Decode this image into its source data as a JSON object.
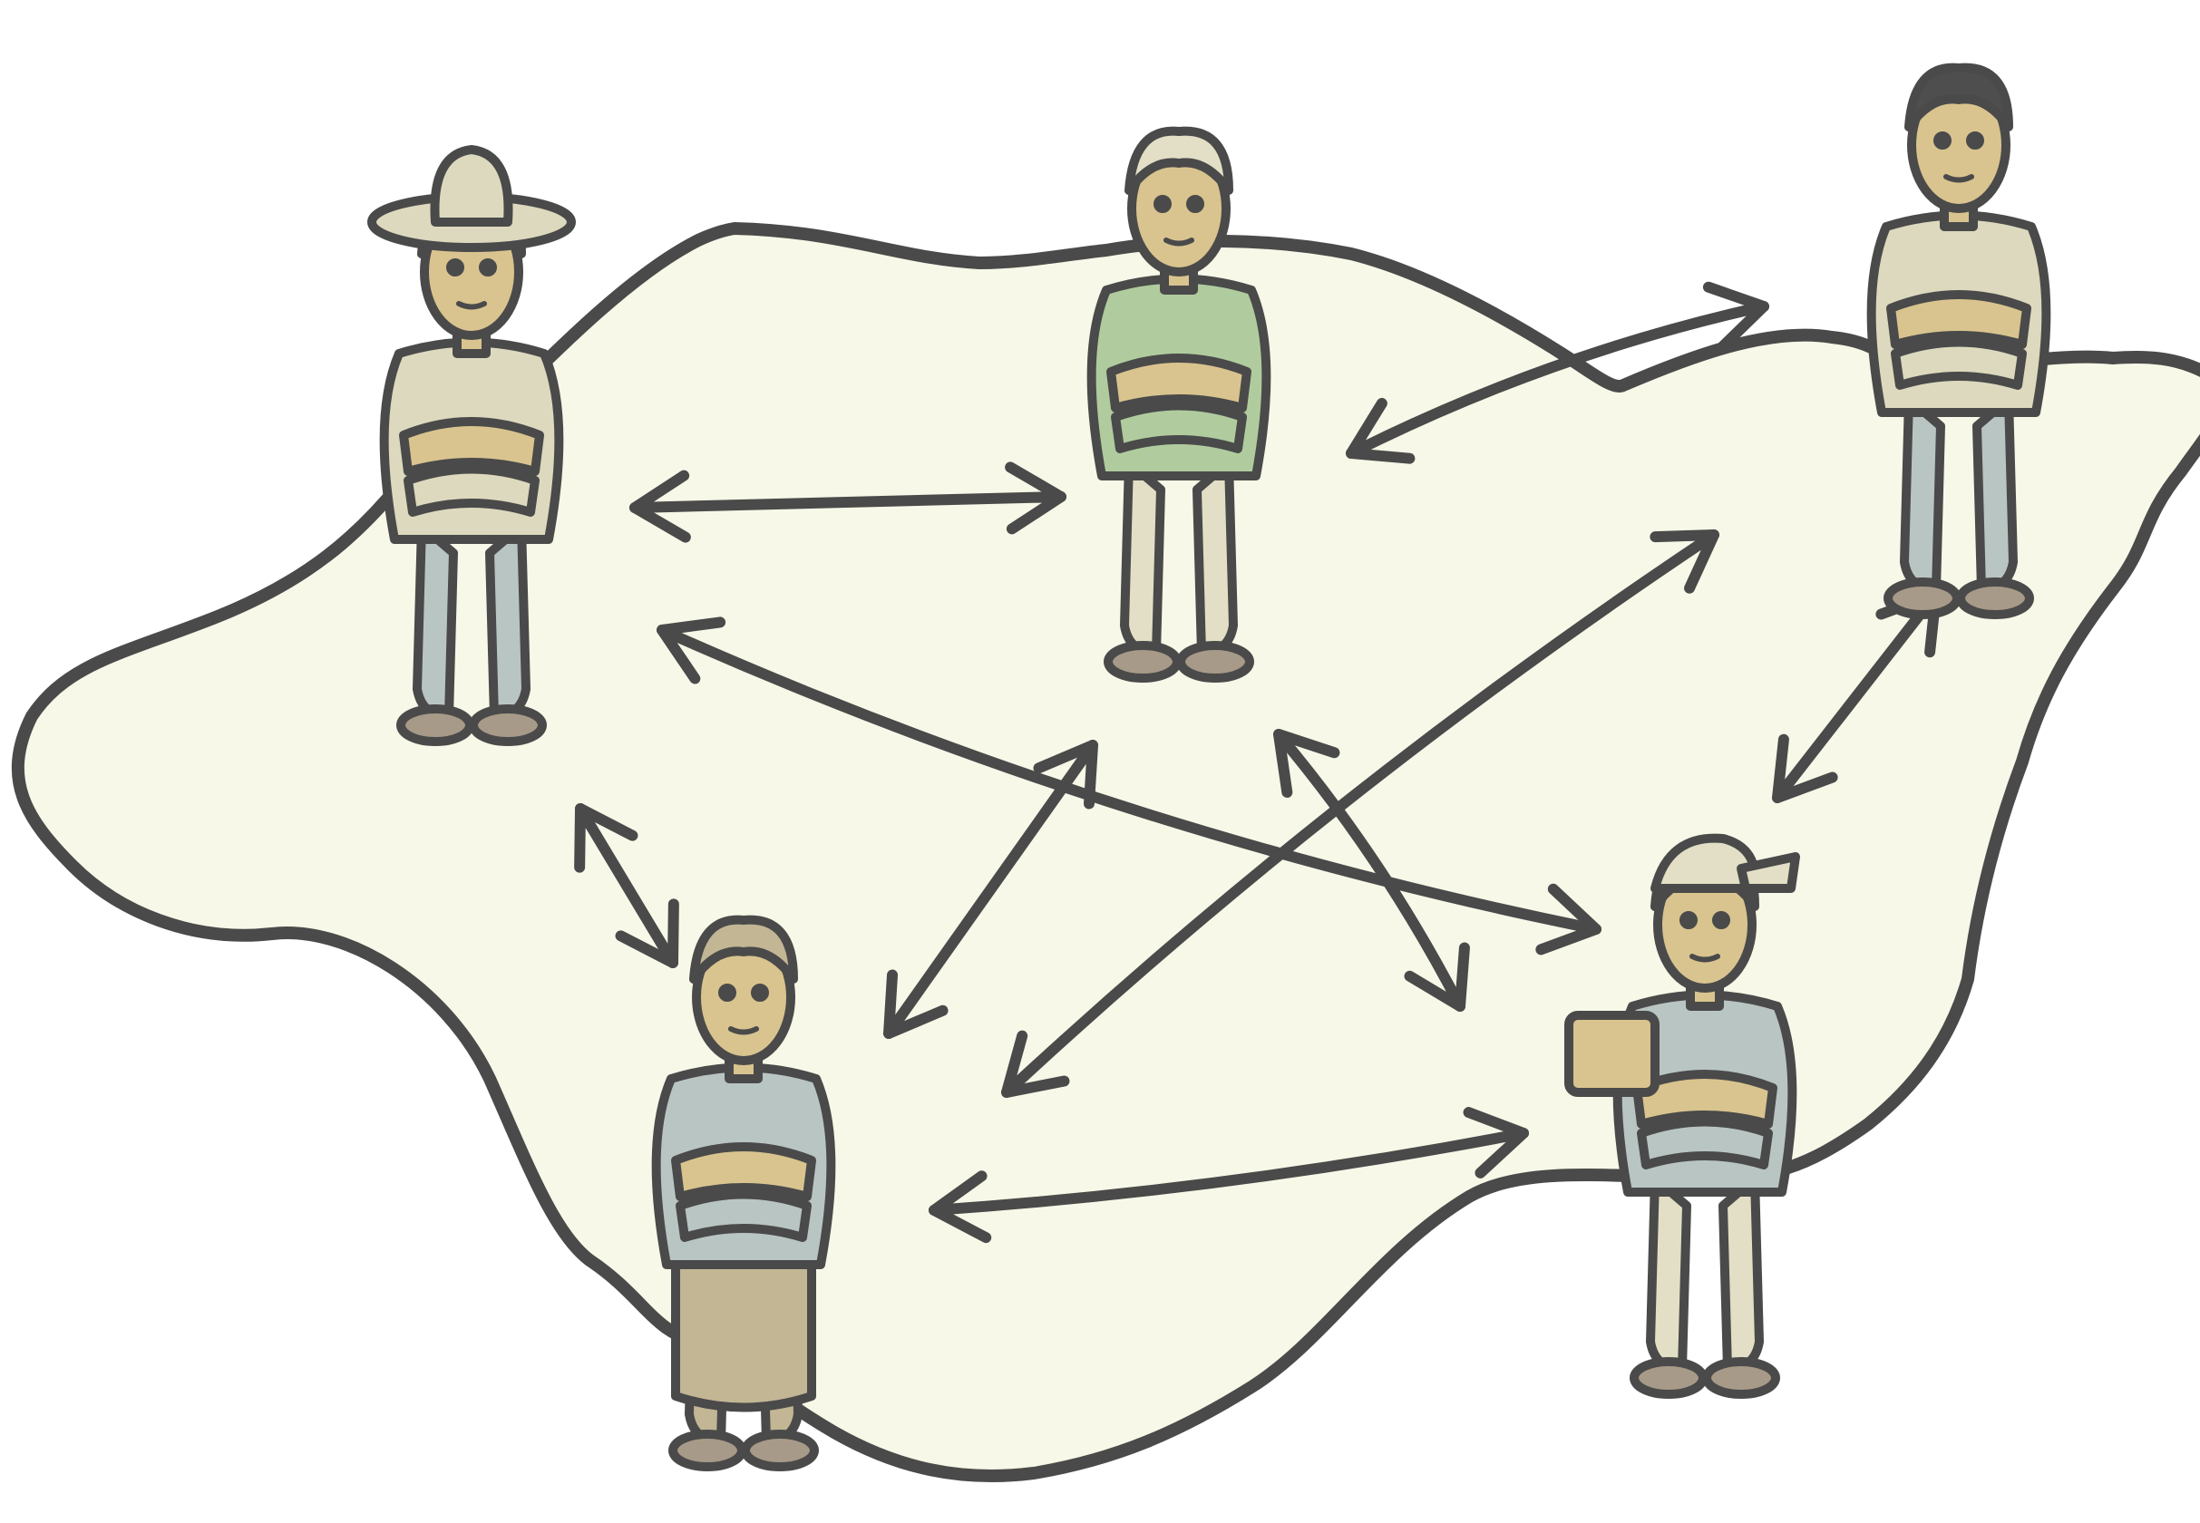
{
  "illustration": {
    "kind": "group-communication-network",
    "people_count": 5,
    "colors": {
      "outline": "#4a4a4a",
      "ground": "#f7f8e7",
      "skin": "#d9c48f",
      "shirt_green": "#b0cc9e",
      "shirt_beige": "#dcd9be",
      "pants_blue": "#b9c5c3",
      "cream": "#e2dfc6",
      "tan": "#c2b694",
      "hair": "#4e4e4e",
      "shoe": "#a89a88",
      "white": "#ffffff"
    },
    "people": [
      {
        "id": "person-hat-left",
        "icon": "person-with-hat-icon"
      },
      {
        "id": "person-top-center",
        "icon": "person-icon"
      },
      {
        "id": "person-top-right",
        "icon": "person-icon"
      },
      {
        "id": "person-bottom-left",
        "icon": "person-icon"
      },
      {
        "id": "person-cap-right",
        "icon": "person-with-cap-icon"
      }
    ],
    "connections": [
      [
        "person-hat-left",
        "person-top-center"
      ],
      [
        "person-top-center",
        "person-top-right"
      ],
      [
        "person-top-right",
        "person-cap-right"
      ],
      [
        "person-bottom-left",
        "person-cap-right"
      ],
      [
        "person-hat-left",
        "person-bottom-left"
      ],
      [
        "person-hat-left",
        "person-cap-right"
      ],
      [
        "person-bottom-left",
        "person-top-center"
      ],
      [
        "person-bottom-left",
        "person-top-right"
      ],
      [
        "person-top-center",
        "person-cap-right"
      ]
    ]
  }
}
